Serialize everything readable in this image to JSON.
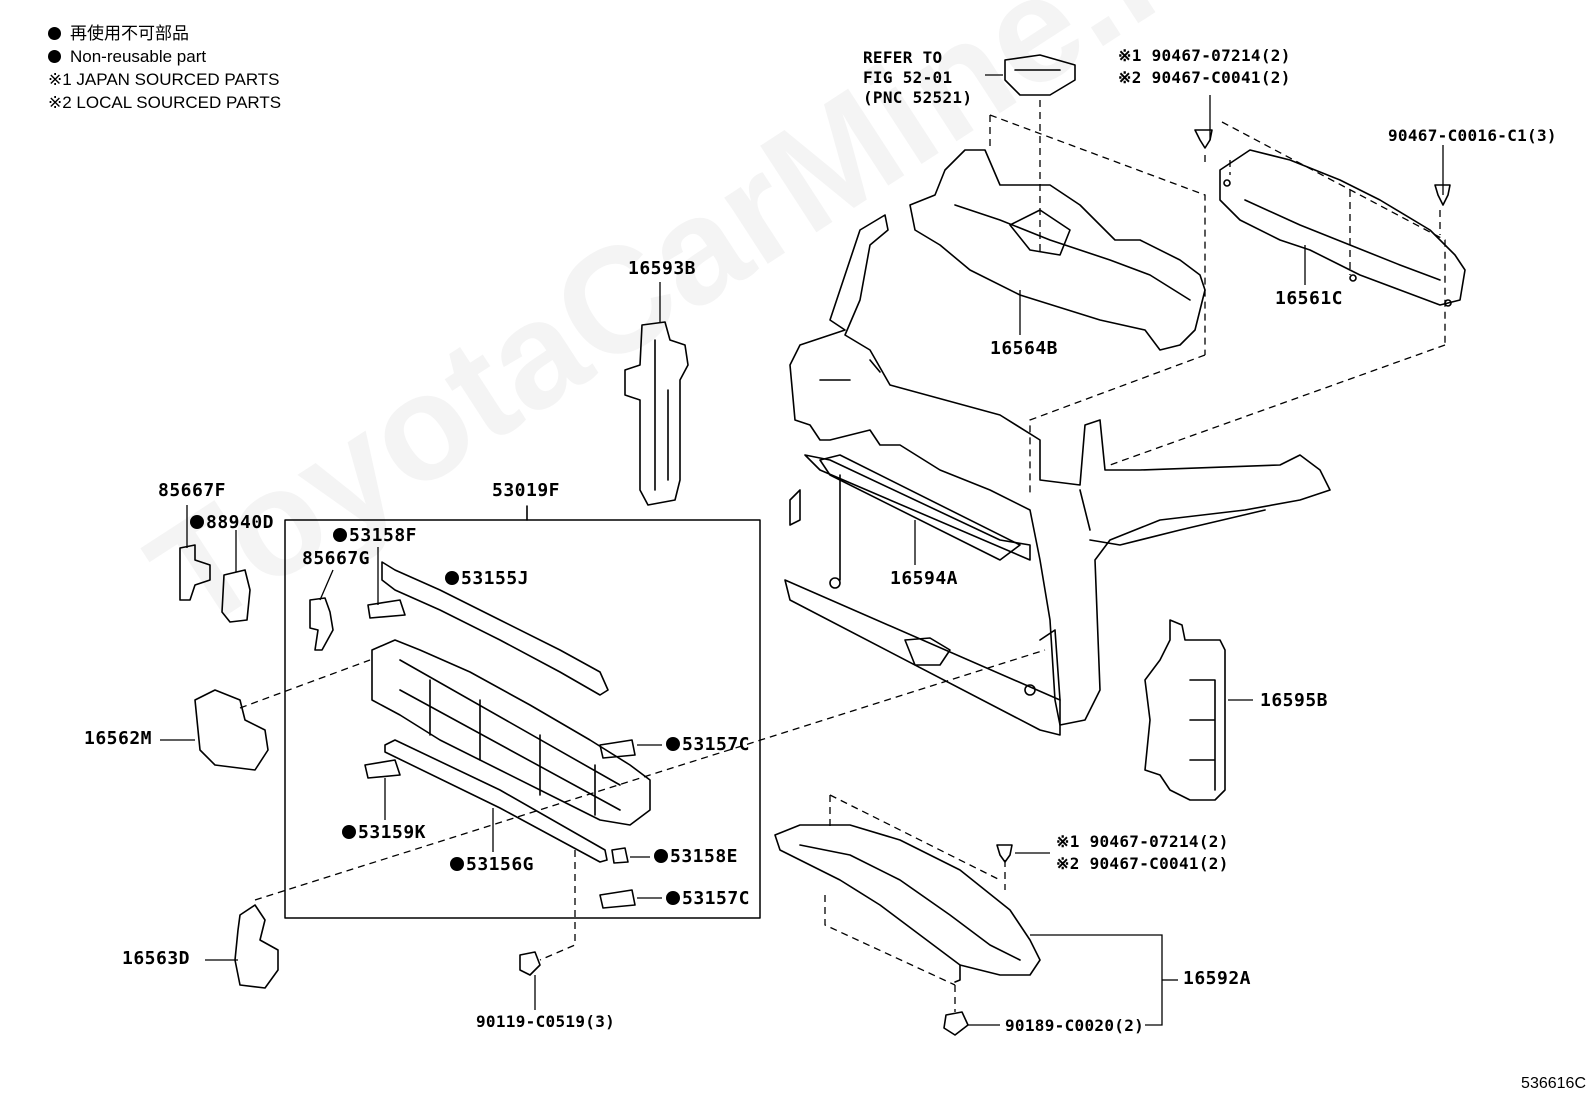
{
  "legend": {
    "jp_line": "再使用不可部品",
    "en_line": "Non-reusable part",
    "note1": "※1 JAPAN SOURCED PARTS",
    "note2": "※2 LOCAL SOURCED PARTS"
  },
  "watermark": "ToyotaCarMine.ru",
  "refer": {
    "line1": "REFER TO",
    "line2": "FIG 52-01",
    "line3": "(PNC 52521)"
  },
  "labels": {
    "p16593B": "16593B",
    "p16564B": "16564B",
    "p16561C": "16561C",
    "p90467_c0016": "90467-C0016-C1(3)",
    "top_ref1": "※1 90467-07214(2)",
    "top_ref2": "※2 90467-C0041(2)",
    "p85667F": "85667F",
    "p88940D": "88940D",
    "p53019F": "53019F",
    "p53158F": "53158F",
    "p85667G": "85667G",
    "p53155J": "53155J",
    "p16594A": "16594A",
    "p16562M": "16562M",
    "p53157C_a": "53157C",
    "p16595B": "16595B",
    "p53159K": "53159K",
    "p53156G": "53156G",
    "p53158E": "53158E",
    "p53157C_b": "53157C",
    "bot_ref1": "※1 90467-07214(2)",
    "bot_ref2": "※2 90467-C0041(2)",
    "p16592A": "16592A",
    "p16563D": "16563D",
    "p90119": "90119-C0519(3)",
    "p90189": "90189-C0020(2)"
  },
  "figure_number": "536616C"
}
